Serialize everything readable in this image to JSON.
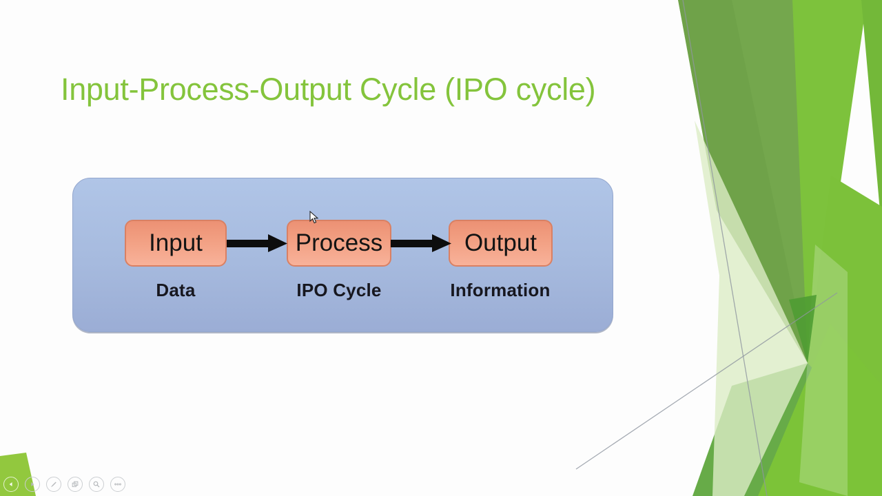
{
  "slide": {
    "title": "Input-Process-Output Cycle (IPO cycle)"
  },
  "diagram": {
    "description": "IPO cycle diagram image",
    "boxes": [
      {
        "label": "Input",
        "caption": "Data"
      },
      {
        "label": "Process",
        "caption": "IPO Cycle"
      },
      {
        "label": "Output",
        "caption": "Information"
      }
    ],
    "connector": "right-arrow"
  },
  "controls": [
    {
      "name": "previous-slide",
      "icon": "left-arrow-icon"
    },
    {
      "name": "next-slide",
      "icon": "right-arrow-icon"
    },
    {
      "name": "pen-annotate",
      "icon": "pen-icon"
    },
    {
      "name": "see-all-slides",
      "icon": "slides-grid-icon"
    },
    {
      "name": "zoom-slide",
      "icon": "magnifier-icon"
    },
    {
      "name": "more-options",
      "icon": "ellipsis-icon"
    }
  ],
  "colors": {
    "title_green": "#84c43c",
    "accent_green_bright": "#7dc23c",
    "accent_green_olive": "#74a74d",
    "accent_green_pale": "#dcecc6",
    "corner_green": "#92c83e",
    "panel_blue_top": "#afc4e6",
    "panel_blue_bottom": "#9aaed6",
    "box_salmon_top": "#ec9174",
    "box_salmon_bottom": "#f8b29a",
    "arrow_black": "#0d0d0d",
    "caption_dark": "#17171f"
  }
}
